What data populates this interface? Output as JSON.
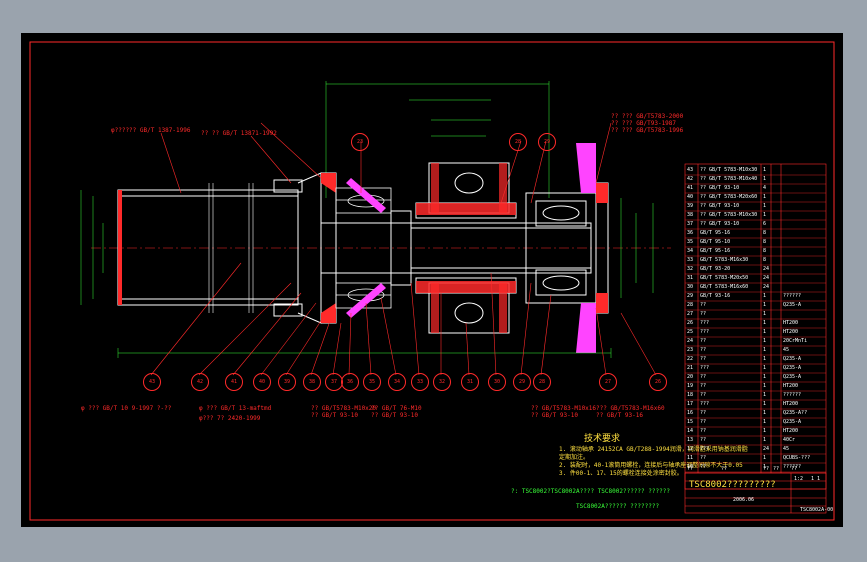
{
  "labels": {
    "shaft_seal_spec": "φ?????? GB/T 1387-1996",
    "seal_spec": "?? ?? GB/T 13871-1992",
    "bolt_group_right_1": "?? ??? GB/T5783-2000",
    "bolt_group_right_2": "?? ??? GB/T93-1987",
    "bolt_group_right_3": "?? ??? GB/T5783-1996",
    "left_note_1": "φ ??? GB/T 10 9-1997 ?-??",
    "left_note_2": "φ ??? GB/T 13-maftmd",
    "left_note_3": "φ??? 7? 2420-1999",
    "bottom_note_a1": "?? GB/T5783-M10x20",
    "bottom_note_a2": "?? GB/T 93-10",
    "bottom_note_b1": "?? GB/T 76-M10",
    "bottom_note_b2": "?? GB/T 93-10",
    "bottom_note_c1": "?? GB/T5783-M10x16",
    "bottom_note_c2": "?? GB/T 93-10",
    "bottom_note_d1": "??? GB/T5783-M16x60",
    "bottom_note_d2": "?? GB/T 93-16"
  },
  "callouts_top": [
    "23",
    "28",
    "29"
  ],
  "callouts_bottom": [
    "43",
    "42",
    "41",
    "40",
    "39",
    "38",
    "37",
    "36",
    "35",
    "34",
    "33",
    "32",
    "31",
    "30",
    "29",
    "28",
    "27",
    "26"
  ],
  "bom_rows": [
    [
      "43",
      "?? GB/T 5783-M10x30",
      "1",
      ""
    ],
    [
      "42",
      "?? GB/T 5783-M10x40",
      "1",
      ""
    ],
    [
      "41",
      "?? GB/T 93-10",
      "4",
      ""
    ],
    [
      "40",
      "?? GB/T 5783-M20x60",
      "1",
      ""
    ],
    [
      "39",
      "?? GB/T 93-10",
      "1",
      ""
    ],
    [
      "38",
      "?? GB/T 5783-M10x30",
      "1",
      ""
    ],
    [
      "37",
      "?? GB/T 93-10",
      "6",
      ""
    ],
    [
      "36",
      "GB/T 95-16",
      "8",
      ""
    ],
    [
      "35",
      "GB/T 95-10",
      "8",
      ""
    ],
    [
      "34",
      "GB/T 95-16",
      "8",
      ""
    ],
    [
      "33",
      "GB/T 5783-M16x30",
      "8",
      ""
    ],
    [
      "32",
      "GB/T 93-20",
      "24",
      ""
    ],
    [
      "31",
      "GB/T 5783-M20x50",
      "24",
      ""
    ],
    [
      "30",
      "GB/T 5783-M16x60",
      "24",
      ""
    ],
    [
      "29",
      "GB/T 93-16",
      "1",
      "??????"
    ],
    [
      "28",
      "??",
      "1",
      "Q235-A"
    ],
    [
      "27",
      "??",
      "1",
      ""
    ],
    [
      "26",
      "???",
      "1",
      "HT200"
    ],
    [
      "25",
      "???",
      "1",
      "HT200"
    ],
    [
      "24",
      "??",
      "1",
      "20CrMnTi"
    ],
    [
      "23",
      "??",
      "1",
      "45"
    ],
    [
      "22",
      "??",
      "1",
      "Q235-A"
    ],
    [
      "21",
      "???",
      "1",
      "Q235-A"
    ],
    [
      "20",
      "??",
      "1",
      "Q235-A"
    ],
    [
      "19",
      "??",
      "1",
      "HT200"
    ],
    [
      "18",
      "??",
      "1",
      "??????"
    ],
    [
      "17",
      "???",
      "1",
      "HT200"
    ],
    [
      "16",
      "??",
      "1",
      "Q235-A?? "
    ],
    [
      "15",
      "??",
      "1",
      "Q235-A"
    ],
    [
      "14",
      "??",
      "1",
      "HT200"
    ],
    [
      "13",
      "??",
      "1",
      "40Cr"
    ],
    [
      "12",
      "???",
      "24",
      "45"
    ],
    [
      "11",
      "??",
      "1",
      "QCUBS-???"
    ],
    [
      "10",
      "??",
      "1",
      "??????"
    ]
  ],
  "bom_header": [
    "??",
    "??",
    "??",
    "??",
    "??"
  ],
  "tech_req": {
    "title": "技术要求",
    "lines": [
      "1. 滚动轴承 24152CA GB/T288-1994润滑，润滑脂采用钠基润滑脂",
      "   定期加注。",
      "2. 装配时，40-1滚筒用螺栓，连接后与轴承座调整间隙不大于0.05",
      "3. 件00-1、17、15的螺栓连接处涂密封胶。"
    ]
  },
  "title_block": {
    "drawing_no": "TSC8002?????????",
    "rev_code": "TSC8002A-00",
    "footer_left": "?: TSC8002?TSC8002A???? TSC8002?????? ??????",
    "footer_left2": "TSC8002A?????? ????????",
    "date": "2006.06",
    "scale": "1:2",
    "sheet": "1 1"
  },
  "colors": {
    "background": "#000000",
    "outline": "#ffffff",
    "cut": "#ff2a2a",
    "seal": "#ff44ff",
    "dim": "#38ff38",
    "hatch": "#ffe040"
  }
}
